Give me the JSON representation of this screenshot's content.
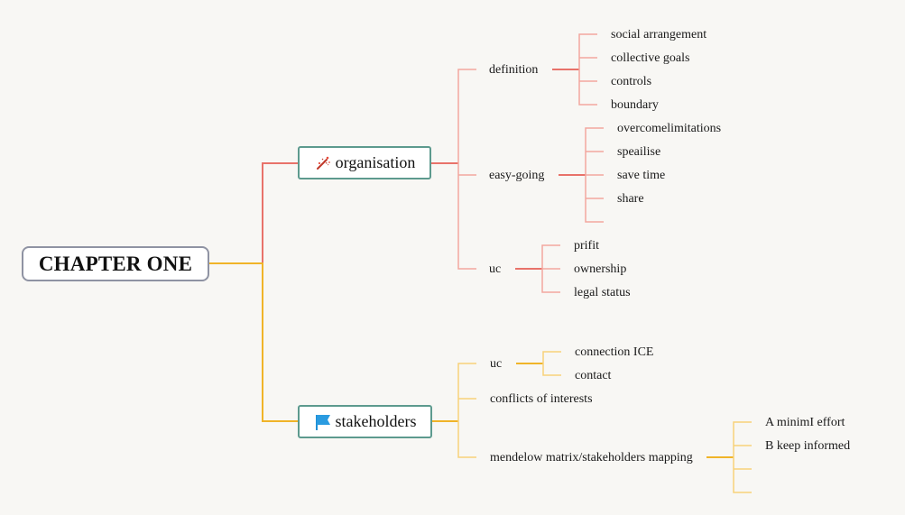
{
  "root": {
    "label": "CHAPTER ONE"
  },
  "colors": {
    "red_branch": "#e8726a",
    "red_light": "#f2a79e",
    "yellow_branch": "#f0b428",
    "yellow_light": "#f7d27a",
    "node_border": "#5d9a8e",
    "root_border": "#8f93a3"
  },
  "organisation": {
    "label": "organisation",
    "icon": "magic-wand-icon",
    "definition": {
      "label": "definition",
      "items": [
        "social arrangement",
        "collective goals",
        "controls",
        "boundary"
      ]
    },
    "easy_going": {
      "label": "easy-going",
      "items": [
        "overcomelimitations",
        "speailise",
        "save time",
        "share",
        ""
      ]
    },
    "uc": {
      "label": "uc",
      "items": [
        "prifit",
        "ownership",
        "legal status"
      ]
    }
  },
  "stakeholders": {
    "label": "stakeholders",
    "icon": "flag-icon",
    "uc": {
      "label": "uc",
      "items": [
        "connection ICE",
        "contact"
      ]
    },
    "conflicts": {
      "label": "conflicts of interests"
    },
    "mendelow": {
      "label": "mendelow matrix/stakeholders mapping",
      "items": [
        "A minimI effort",
        "B keep informed",
        "",
        ""
      ]
    }
  }
}
